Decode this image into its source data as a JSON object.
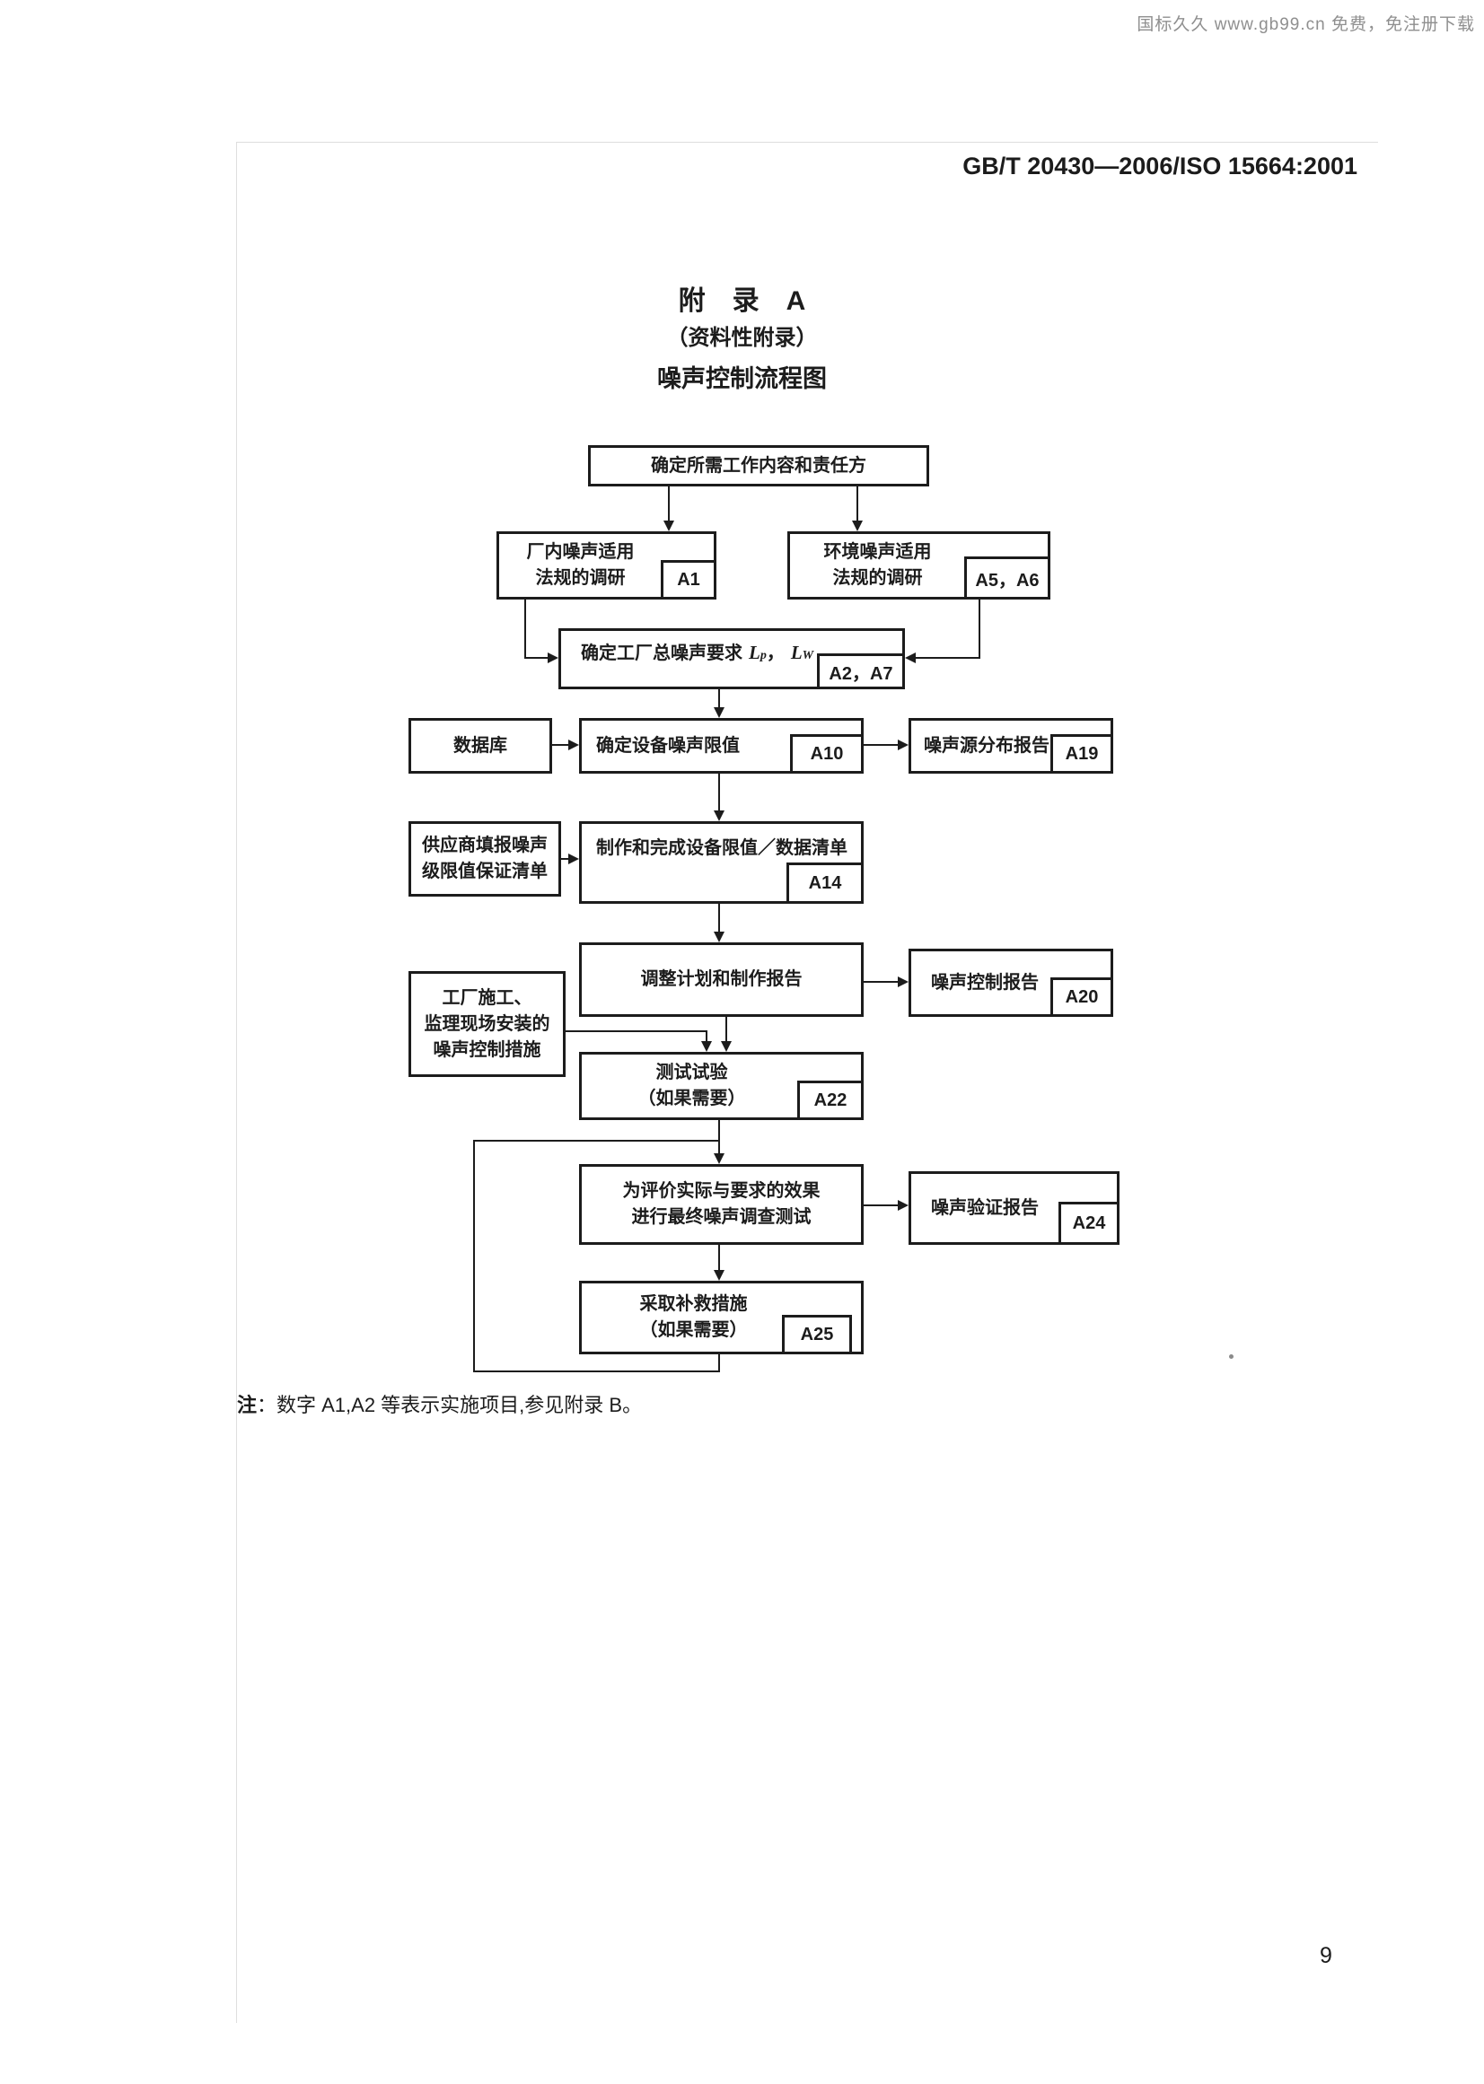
{
  "colors": {
    "ink": "#1c1c1c",
    "paper": "#ffffff",
    "watermark_gray": "#8f8f8f"
  },
  "watermark": {
    "text": "国标久久 www.gb99.cn 免费，免注册下载"
  },
  "header": {
    "standard_number": "GB/T 20430—2006/ISO 15664:2001"
  },
  "title": {
    "appendix": "附　录　A",
    "appendix_type": "（资料性附录）",
    "chart_title": "噪声控制流程图"
  },
  "flowchart": {
    "b1": {
      "label": "确定所需工作内容和责任方"
    },
    "b2": {
      "line1": "厂内噪声适用",
      "line2": "法规的调研",
      "code": "A1"
    },
    "b3": {
      "line1": "环境噪声适用",
      "line2": "法规的调研",
      "code": "A5，A6"
    },
    "b4": {
      "label": "确定工厂总噪声要求",
      "var1": "L",
      "var1_sub": "p",
      "comma": "，",
      "var2": "L",
      "var2_sub": "W",
      "code": "A2，A7"
    },
    "b5": {
      "label": "数据库"
    },
    "b6": {
      "label": "确定设备噪声限值",
      "code": "A10"
    },
    "b7": {
      "label": "噪声源分布报告",
      "code": "A19"
    },
    "b8": {
      "line1": "供应商填报噪声",
      "line2": "级限值保证清单"
    },
    "b9": {
      "label": "制作和完成设备限值／数据清单",
      "code": "A14"
    },
    "b10": {
      "label": "调整计划和制作报告"
    },
    "b11": {
      "label": "噪声控制报告",
      "code": "A20"
    },
    "b12": {
      "line1": "工厂施工、",
      "line2": "监理现场安装的",
      "line3": "噪声控制措施"
    },
    "b13": {
      "line1": "测试试验",
      "line2": "（如果需要）",
      "code": "A22"
    },
    "b14": {
      "line1": "为评价实际与要求的效果",
      "line2": "进行最终噪声调查测试"
    },
    "b15": {
      "label": "噪声验证报告",
      "code": "A24"
    },
    "b16": {
      "line1": "采取补救措施",
      "line2": "（如果需要）",
      "code": "A25"
    }
  },
  "note": {
    "label": "注",
    "text": "：数字 A1,A2 等表示实施项目,参见附录 B。"
  },
  "footer": {
    "page_number": "9"
  }
}
